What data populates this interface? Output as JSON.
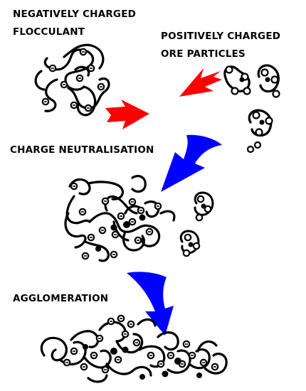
{
  "labels": {
    "flocculant_line1": "NEGATIVELY CHARGED",
    "flocculant_line2": "FLOCCULANT",
    "ore_line1": "POSITIVELY CHARGED",
    "ore_line2": "ORE PARTICLES",
    "stage_charge_neutralisation": "CHARGE NEUTRALISATION",
    "stage_agglomeration": "AGGLOMERATION"
  },
  "arrows": [
    {
      "name": "flocculant-arrow",
      "color": "#ff0000",
      "direction": "right"
    },
    {
      "name": "ore-arrow",
      "color": "#ff0000",
      "direction": "down-left"
    },
    {
      "name": "neutralisation-arrow",
      "color": "#0000ff",
      "direction": "down-left"
    },
    {
      "name": "agglomeration-arrow",
      "color": "#0000ff",
      "direction": "down"
    }
  ],
  "colors": {
    "ink": "#000000",
    "red_arrow": "#ff0000",
    "blue_arrow": "#0000ff",
    "background": "#ffffff"
  }
}
